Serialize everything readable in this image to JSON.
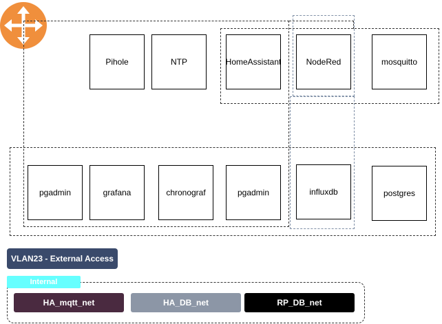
{
  "nodes": {
    "pihole": "Pihole",
    "ntp": "NTP",
    "homeassistant": "HomeAssistant",
    "nodered": "NodeRed",
    "mosquitto": "mosquitto",
    "pgadmin1": "pgadmin",
    "grafana": "grafana",
    "chronograf": "chronograf",
    "pgadmin2": "pgadmin",
    "influxdb": "influxdb",
    "postgres": "postgres"
  },
  "legend": {
    "vlan_label": "VLAN23 - External Access",
    "internal_label": "Internal",
    "networks": [
      "HA_mqtt_net",
      "HA_DB_net",
      "RP_DB_net"
    ]
  },
  "colors": {
    "router": "#f08f3c",
    "vlan": "#3a4a6b",
    "internal": "#66ffff",
    "ha_mqtt": "#4a2a40",
    "ha_db": "#8c96a6",
    "rp_db": "#000000"
  },
  "icons": [
    "router-icon"
  ]
}
